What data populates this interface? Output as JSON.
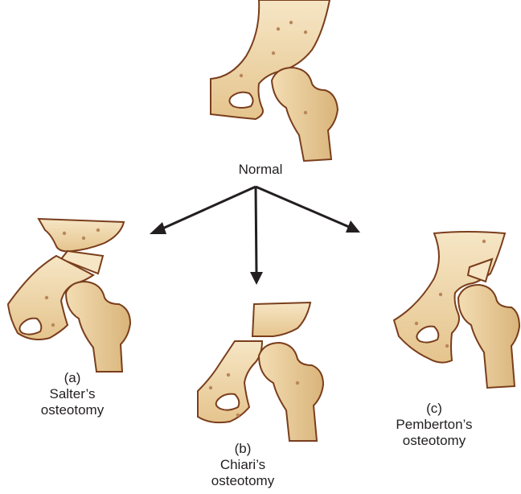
{
  "colors": {
    "bone_fill": "#ecd3a4",
    "bone_light": "#f6e6c5",
    "bone_shadow": "#d9b47a",
    "outline": "#7a3e1c",
    "dots": "#b8865a",
    "arrow": "#231f20",
    "text": "#231f20"
  },
  "labels": {
    "normal": "Normal",
    "salter": {
      "letter": "(a)",
      "line1": "Salter’s",
      "line2": "osteotomy"
    },
    "chiari": {
      "letter": "(b)",
      "line1": "Chiari’s",
      "line2": "osteotomy"
    },
    "pemberton": {
      "letter": "(c)",
      "line1": "Pemberton’s",
      "line2": "osteotomy"
    }
  }
}
